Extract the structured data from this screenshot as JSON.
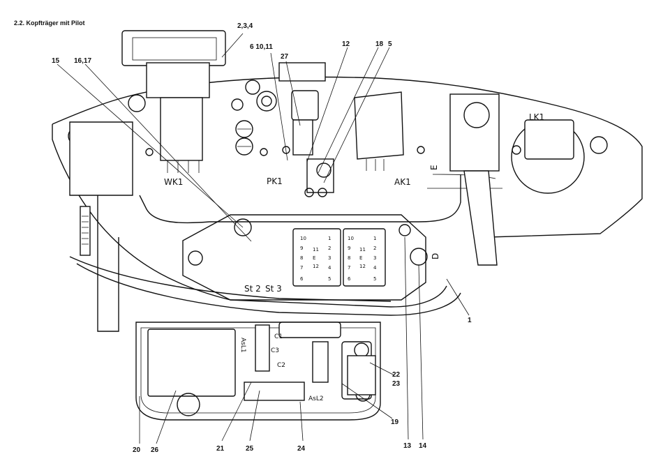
{
  "title": "2.2.  Kopfträger mit Pilot",
  "callouts": {
    "c234": "2,3,4",
    "c61011": "6  10,11",
    "c27": "27",
    "c12": "12",
    "c18": "18",
    "c5": "5",
    "c15": "15",
    "c1617": "16,17",
    "c1": "1",
    "c22": "22",
    "c23": "23",
    "c19": "19",
    "c20": "20",
    "c26": "26",
    "c21": "21",
    "c25": "25",
    "c24": "24",
    "c13": "13",
    "c14": "14"
  },
  "labels": {
    "wk1": "WK1",
    "pk1": "PK1",
    "ak1": "AK1",
    "lk1": "LK1",
    "st2": "St 2",
    "st3": "St 3",
    "asl1": "AsL1",
    "asl2": "AsL2",
    "c1": "C1",
    "c2": "C2",
    "c3": "C3",
    "e": "E",
    "d": "D"
  },
  "connector_pins": [
    "10",
    "1",
    "9",
    "11",
    "2",
    "8",
    "E",
    "3",
    "7",
    "12",
    "4",
    "6",
    "5"
  ]
}
